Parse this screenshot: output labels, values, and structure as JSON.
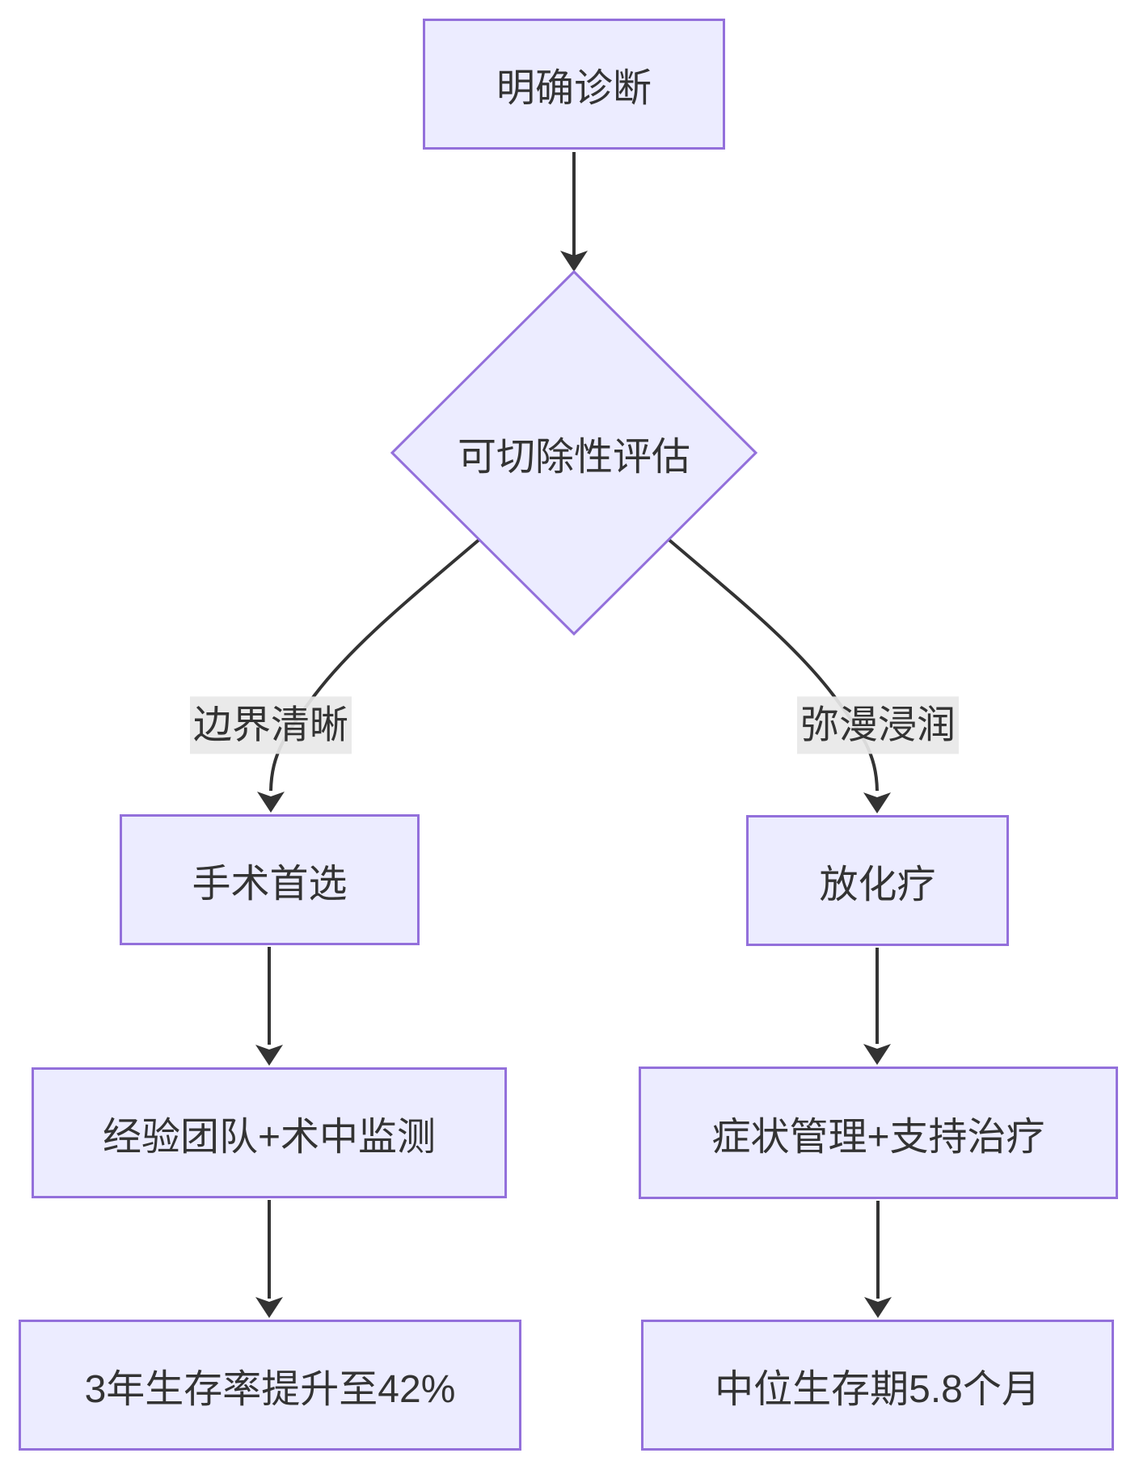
{
  "flowchart": {
    "colors": {
      "background": "#ffffff",
      "node_fill": "#ECECFF",
      "node_border": "#9370DB",
      "edge_stroke": "#333333",
      "text": "#333333",
      "edge_label_bg": "#e8e8e8"
    },
    "nodes": {
      "diagnosis": {
        "label": "明确诊断",
        "shape": "rect"
      },
      "resectability": {
        "label": "可切除性评估",
        "shape": "diamond"
      },
      "surgery": {
        "label": "手术首选",
        "shape": "rect"
      },
      "chemoradiotherapy": {
        "label": "放化疗",
        "shape": "rect"
      },
      "team_monitoring": {
        "label": "经验团队+术中监测",
        "shape": "rect"
      },
      "symptom_management": {
        "label": "症状管理+支持治疗",
        "shape": "rect"
      },
      "survival_rate": {
        "label": "3年生存率提升至42%",
        "shape": "rect"
      },
      "median_survival": {
        "label": "中位生存期5.8个月",
        "shape": "rect"
      }
    },
    "edge_labels": {
      "clear_boundary": {
        "label": "边界清晰"
      },
      "diffuse_infiltration": {
        "label": "弥漫浸润"
      }
    },
    "edges": [
      {
        "from": "明确诊断",
        "to": "可切除性评估",
        "label": ""
      },
      {
        "from": "可切除性评估",
        "to": "手术首选",
        "label": "边界清晰"
      },
      {
        "from": "可切除性评估",
        "to": "放化疗",
        "label": "弥漫浸润"
      },
      {
        "from": "手术首选",
        "to": "经验团队+术中监测",
        "label": ""
      },
      {
        "from": "经验团队+术中监测",
        "to": "3年生存率提升至42%",
        "label": ""
      },
      {
        "from": "放化疗",
        "to": "症状管理+支持治疗",
        "label": ""
      },
      {
        "from": "症状管理+支持治疗",
        "to": "中位生存期5.8个月",
        "label": ""
      }
    ]
  }
}
